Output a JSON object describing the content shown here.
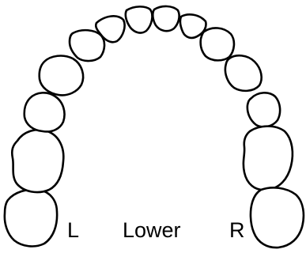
{
  "diagram": {
    "labels": {
      "left": "L",
      "center": "Lower",
      "right": "R"
    },
    "teeth": {
      "left_side": [
        "left-central-incisor",
        "left-lateral-incisor",
        "left-canine",
        "left-first-premolar",
        "left-second-premolar",
        "left-first-molar",
        "left-second-molar"
      ],
      "right_side": [
        "right-central-incisor",
        "right-lateral-incisor",
        "right-canine",
        "right-first-premolar",
        "right-second-premolar",
        "right-first-molar",
        "right-second-molar"
      ]
    },
    "colors": {
      "outline": "#000000",
      "fill": "#ffffff",
      "background": "#ffffff"
    }
  }
}
